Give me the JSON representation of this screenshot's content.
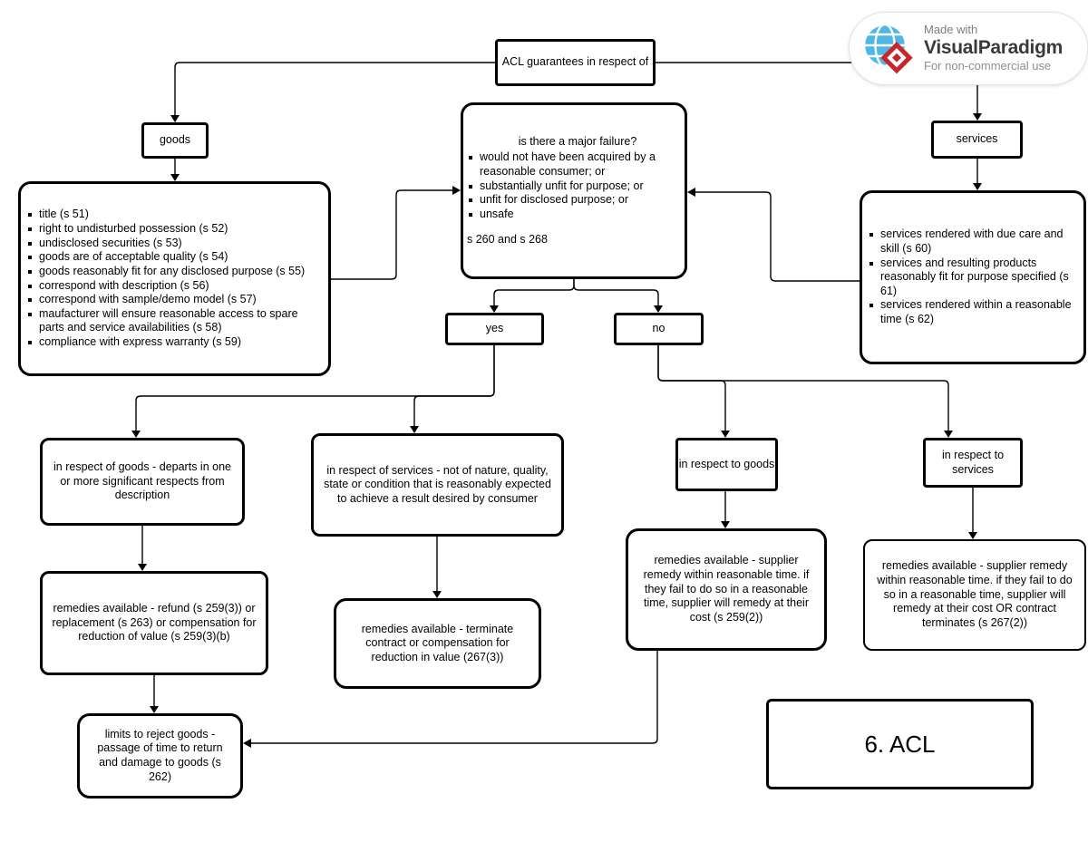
{
  "watermark": {
    "made_with": "Made with",
    "brand_left": "Visual",
    "brand_right": "Paradigm",
    "license": "For non-commercial use"
  },
  "nodes": {
    "root": {
      "label": "ACL guarantees in respect of"
    },
    "goods": {
      "label": "goods"
    },
    "services": {
      "label": "services"
    },
    "goods_guarantees": {
      "items": [
        "title (s 51)",
        "right to undisturbed possession (s 52)",
        "undisclosed securities (s 53)",
        "goods are of acceptable quality (s 54)",
        "goods reasonably fit for any disclosed purpose (s 55)",
        "correspond with description (s 56)",
        "correspond with sample/demo model (s 57)",
        "maufacturer will ensure reasonable access to spare parts and service availabilities (s 58)",
        "compliance with express warranty (s 59)"
      ]
    },
    "major_failure": {
      "title": "is there a major failure?",
      "items": [
        "would not have been acquired by a reasonable consumer; or",
        "substantially unfit for purpose; or",
        "unfit for disclosed purpose; or",
        "unsafe"
      ],
      "footnote": "s 260 and s 268"
    },
    "services_guarantees": {
      "items": [
        "services rendered with due care and skill (s 60)",
        "services and resulting products reasonably fit for purpose specified (s 61)",
        "services rendered within a reasonable time (s 62)"
      ]
    },
    "yes": {
      "label": "yes"
    },
    "no": {
      "label": "no"
    },
    "major_goods": {
      "label": "in respect of goods - departs in one or more significant respects from description"
    },
    "major_services": {
      "label": "in respect of services - not of nature, quality, state or condition that is reasonably expected to achieve a result desired by consumer"
    },
    "minor_goods": {
      "label": "in respect to goods"
    },
    "minor_services": {
      "label": "in respect to services"
    },
    "remedy_major_goods": {
      "label": "remedies available - refund (s 259(3)) or replacement (s 263) or compensation for reduction of value (s 259(3)(b)"
    },
    "remedy_major_services": {
      "label": "remedies available - terminate contract or compensation for reduction in value (267(3))"
    },
    "remedy_minor_goods": {
      "label": "remedies available - supplier remedy within reasonable time. if they fail to do so in a reasonable time, supplier will remedy at their cost (s 259(2))"
    },
    "remedy_minor_services": {
      "label": "remedies available - supplier remedy within reasonable time. if they fail to do so in a reasonable time, supplier will remedy at their cost OR contract terminates (s 267(2))"
    },
    "limits": {
      "label": "limits to reject goods - passage of time to return and damage to goods (s 262)"
    },
    "page_label": {
      "label": "6. ACL"
    }
  }
}
